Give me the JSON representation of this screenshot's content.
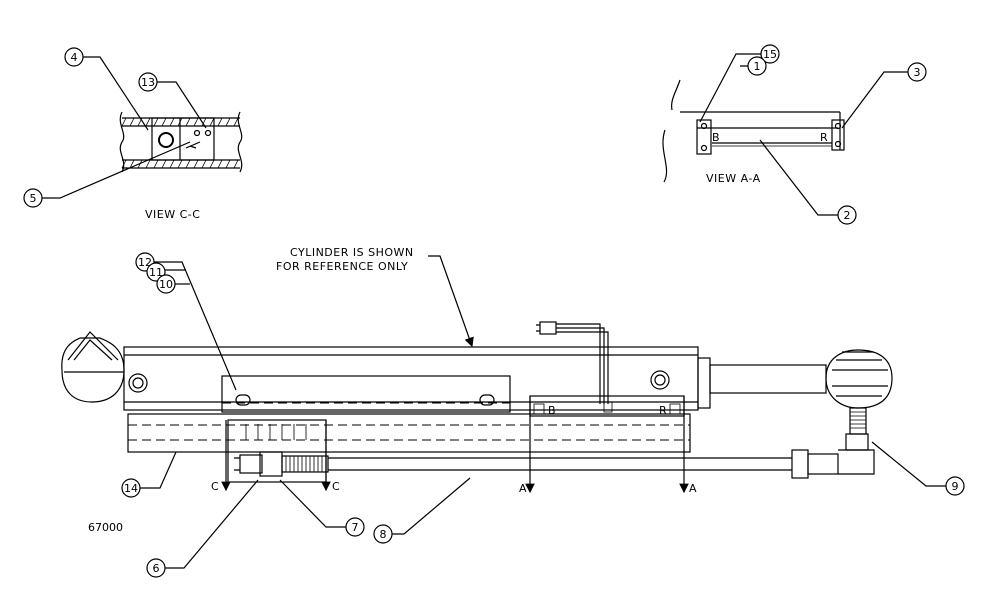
{
  "drawing_id": "67000",
  "note": {
    "line1": "CYLINDER IS SHOWN",
    "line2": "FOR REFERENCE ONLY"
  },
  "views": {
    "section_c": "VIEW C-C",
    "section_a": "VIEW A-A"
  },
  "section_marks": {
    "c": "C",
    "a": "A"
  },
  "sensor_marks": {
    "b": "B",
    "r": "R"
  },
  "callouts": [
    "1",
    "2",
    "3",
    "4",
    "5",
    "6",
    "7",
    "8",
    "9",
    "10",
    "11",
    "12",
    "13",
    "14",
    "15"
  ]
}
